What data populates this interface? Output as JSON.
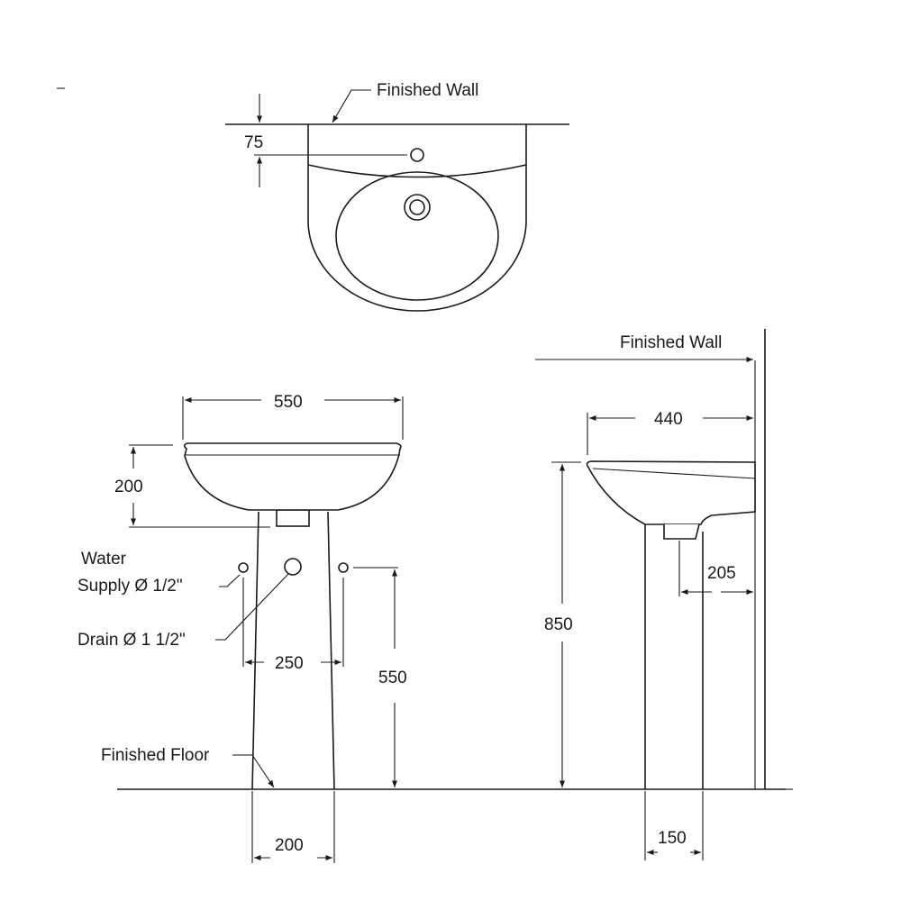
{
  "top_view": {
    "wall_label": "Finished Wall",
    "dim_tap_offset": "75"
  },
  "front_view": {
    "dim_width": "550",
    "dim_bowl_depth": "200",
    "water_supply_line1": "Water",
    "water_supply_line2": "Supply Ø 1/2\"",
    "drain_label": "Drain Ø 1 1/2\"",
    "dim_supply_spacing": "250",
    "dim_supply_height": "550",
    "floor_label": "Finished Floor",
    "dim_pedestal_width": "200"
  },
  "side_view": {
    "wall_label": "Finished Wall",
    "dim_projection": "440",
    "dim_height": "850",
    "dim_drain_offset": "205",
    "dim_pedestal_depth": "150"
  }
}
